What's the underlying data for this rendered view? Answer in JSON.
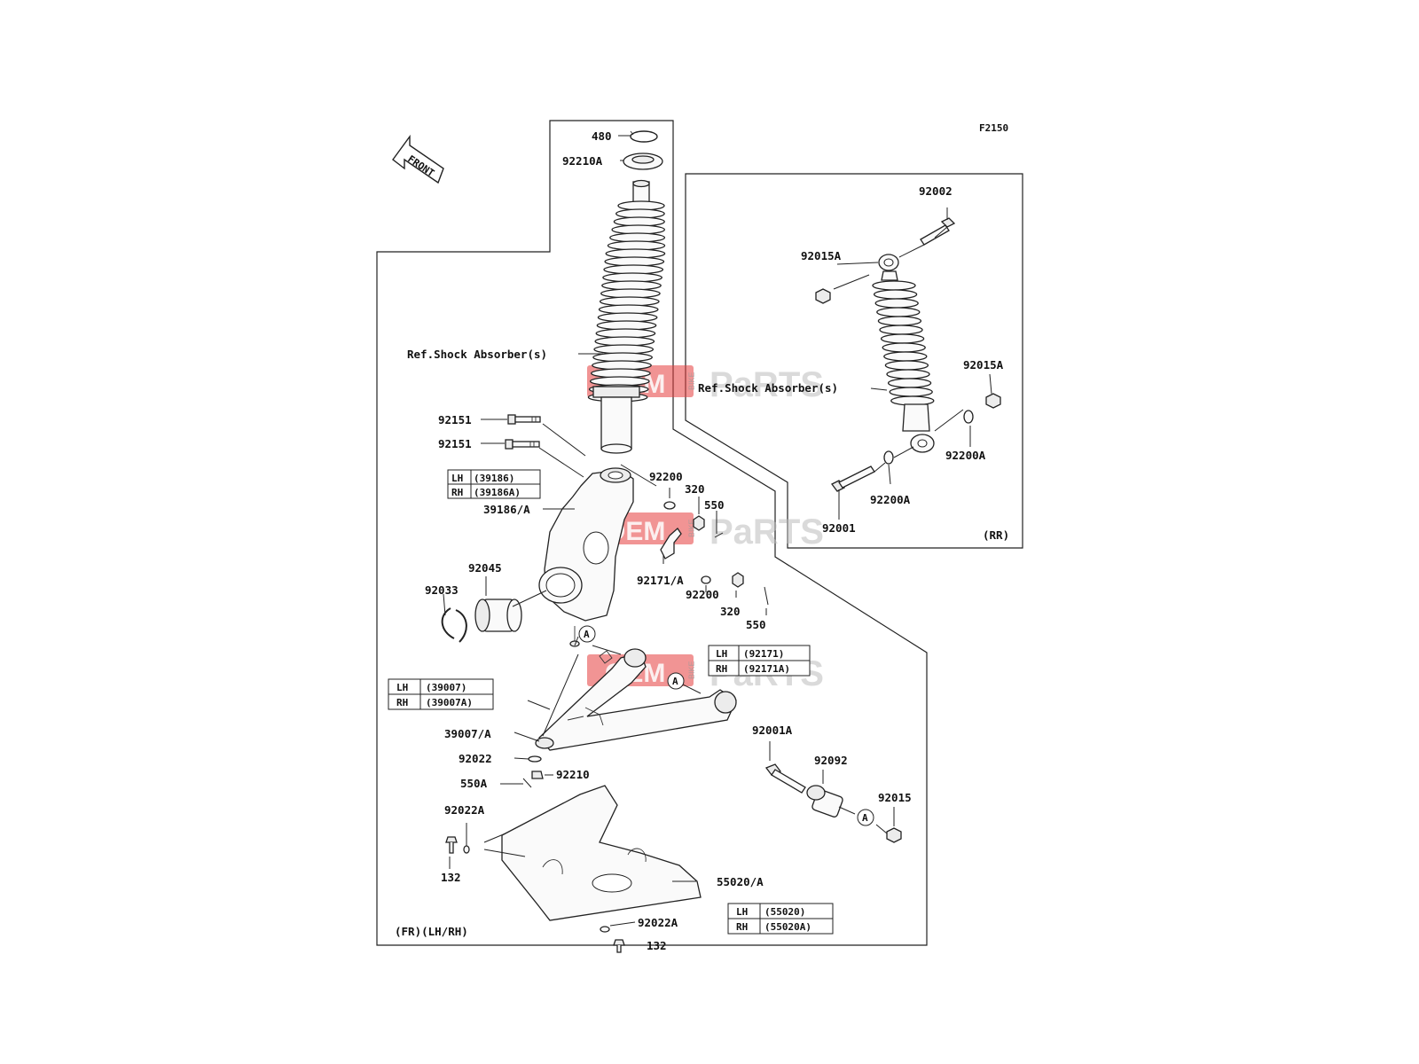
{
  "figure_code": "F2150",
  "front_label": "FRONT",
  "watermark": {
    "brand_a": "OEM",
    "brand_b": "BIKE",
    "brand_c": "PaRTS"
  },
  "front_group": {
    "footer": "(FR)(LH/RH)",
    "ref_label": "Ref.Shock Absorber(s)"
  },
  "rear_group": {
    "footer": "(RR)",
    "ref_label": "Ref.Shock Absorber(s)"
  },
  "parts": {
    "p480": "480",
    "p92210A": "92210A",
    "p92151_a": "92151",
    "p92151_b": "92151",
    "p39186A": "39186/A",
    "p92200_a": "92200",
    "p320_a": "320",
    "p550_a": "550",
    "p92045": "92045",
    "p92033": "92033",
    "p92171A": "92171/A",
    "p92200_b": "92200",
    "p320_b": "320",
    "p550_b": "550",
    "p39007A": "39007/A",
    "p92022": "92022",
    "p92210": "92210",
    "p550A": "550A",
    "p92022A_a": "92022A",
    "p132_a": "132",
    "p55020A": "55020/A",
    "p92022A_b": "92022A",
    "p132_b": "132",
    "p92001A": "92001A",
    "p92092": "92092",
    "p92015": "92015",
    "p92002": "92002",
    "p92015A_a": "92015A",
    "p92015A_b": "92015A",
    "p92200A_a": "92200A",
    "p92200A_b": "92200A",
    "p92001": "92001"
  },
  "callout_letter": "A",
  "side_tables": {
    "knuckle": {
      "lh": "LH",
      "lh_val": "(39186)",
      "rh": "RH",
      "rh_val": "(39186A)"
    },
    "arm": {
      "lh": "LH",
      "lh_val": "(39007)",
      "rh": "RH",
      "rh_val": "(39007A)"
    },
    "nut": {
      "lh": "LH",
      "lh_val": "(92171)",
      "rh": "RH",
      "rh_val": "(92171A)"
    },
    "guard": {
      "lh": "LH",
      "lh_val": "(55020)",
      "rh": "RH",
      "rh_val": "(55020A)"
    }
  }
}
